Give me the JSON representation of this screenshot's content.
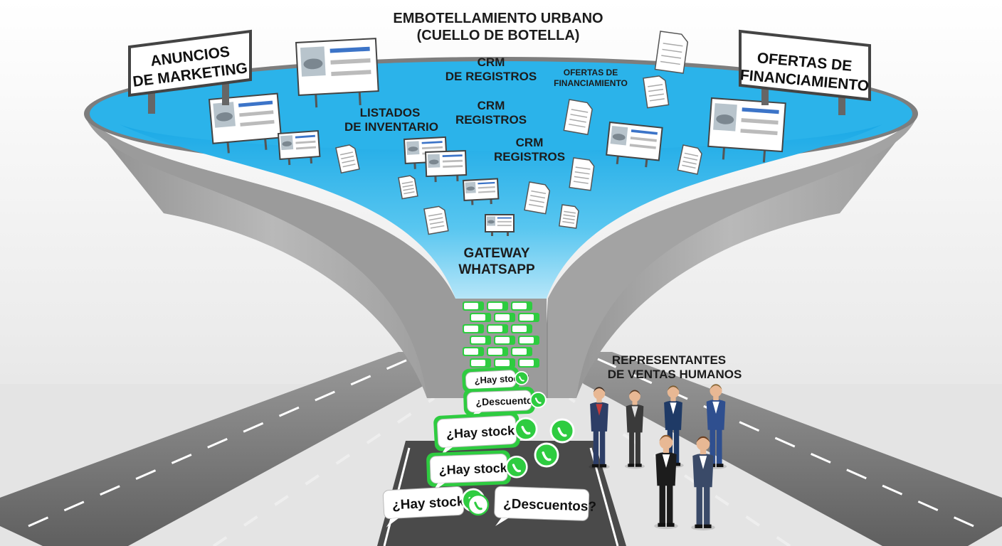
{
  "title": {
    "line1": "EMBOTELLAMIENTO URBANO",
    "line2": "(CUELLO DE BOTELLA)"
  },
  "signs": {
    "marketing": {
      "line1": "ANUNCIOS",
      "line2": "DE MARKETING"
    },
    "financing": {
      "line1": "OFERTAS DE",
      "line2": "FINANCIAMIENTO"
    }
  },
  "funnel_labels": {
    "crm_1": {
      "line1": "CRM",
      "line2": "DE REGISTROS"
    },
    "financing_small": {
      "line1": "OFERTAS DE",
      "line2": "FINANCIAMIENTO"
    },
    "inventory": {
      "line1": "LISTADOS",
      "line2": "DE INVENTARIO"
    },
    "crm_2": {
      "line1": "CRM",
      "line2": "REGISTROS"
    },
    "crm_3": {
      "line1": "CRM",
      "line2": "REGISTROS"
    },
    "gateway": {
      "line1": "GATEWAY",
      "line2": "WHATSAPP"
    }
  },
  "sales_reps": {
    "line1": "REPRESENTANTES",
    "line2": "DE VENTAS HUMANOS"
  },
  "messages": {
    "stock": "¿Hay stock?",
    "discounts": "¿Descuentos?"
  },
  "colors": {
    "funnel_blue": "#29b6ea",
    "whatsapp_green": "#2ecc40",
    "road": "#6f6f6f",
    "funnel_wall": "#a9a9a9"
  },
  "icons": [
    "whatsapp-icon",
    "document-icon",
    "billboard-icon",
    "car-icon",
    "person-icon"
  ]
}
